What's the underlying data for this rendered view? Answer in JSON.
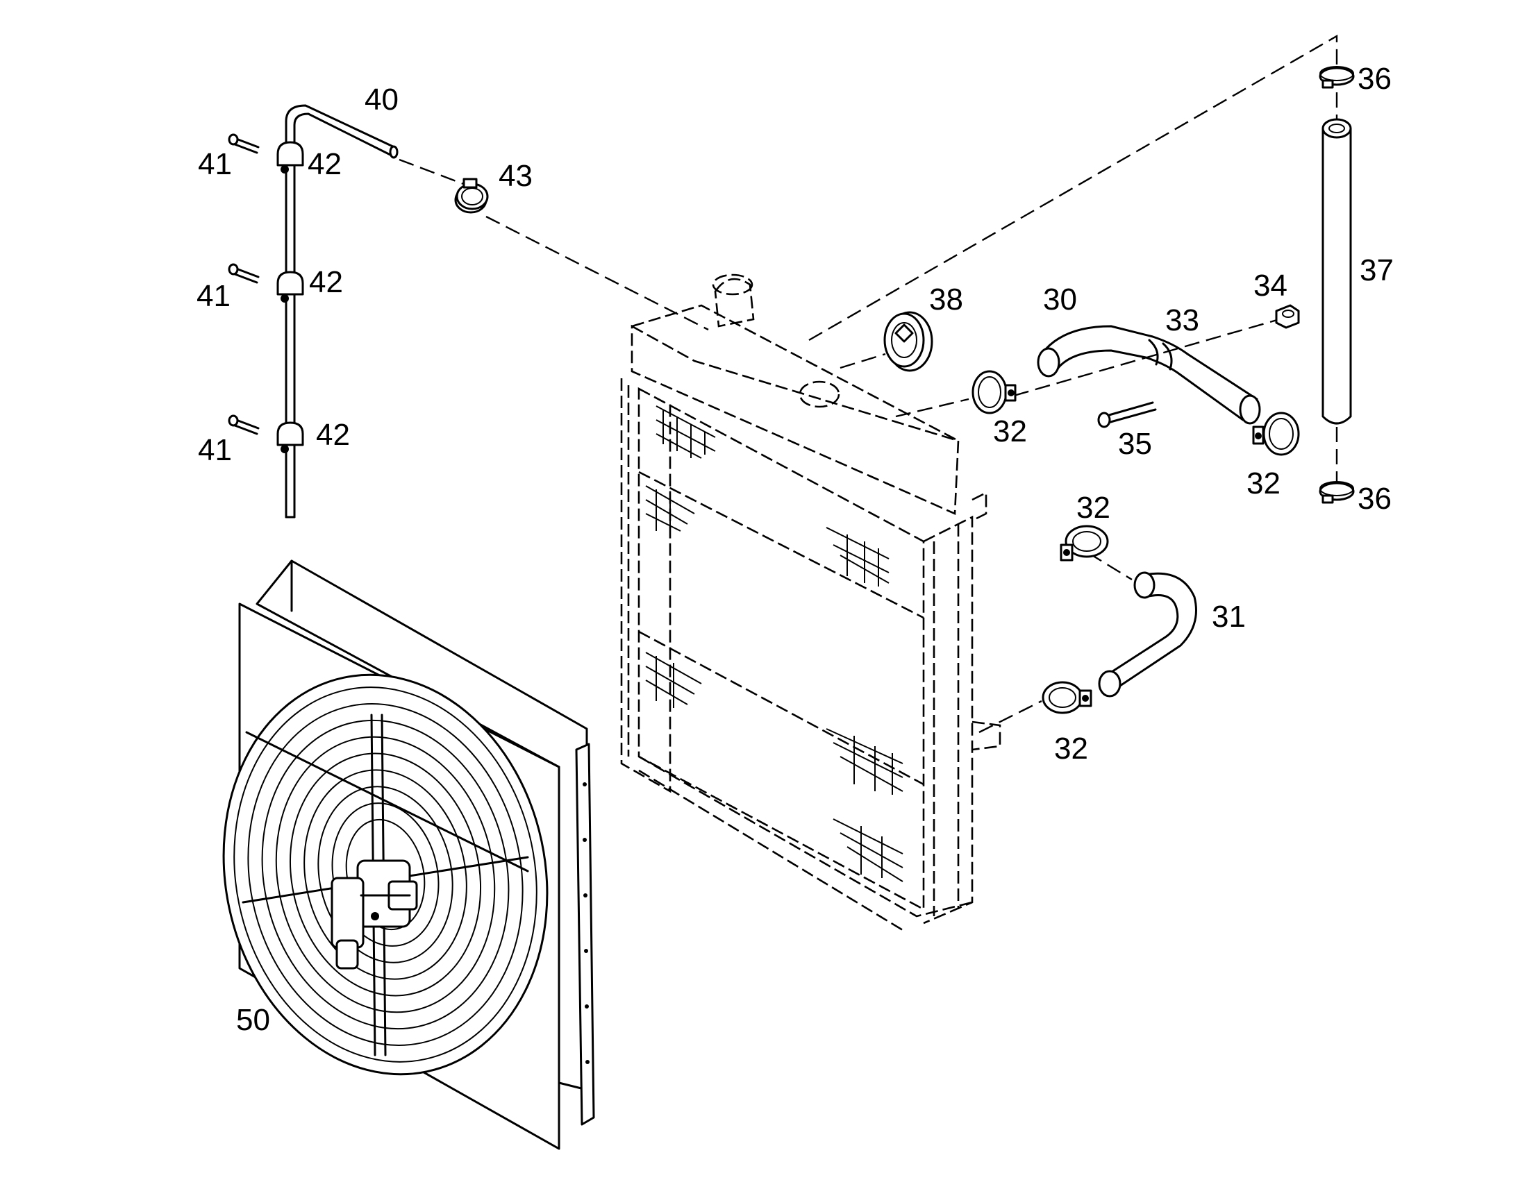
{
  "diagram": {
    "labels": [
      {
        "id": "40",
        "text": "40"
      },
      {
        "id": "41a",
        "text": "41"
      },
      {
        "id": "42a",
        "text": "42"
      },
      {
        "id": "41b",
        "text": "41"
      },
      {
        "id": "42b",
        "text": "42"
      },
      {
        "id": "41c",
        "text": "41"
      },
      {
        "id": "42c",
        "text": "42"
      },
      {
        "id": "43",
        "text": "43"
      },
      {
        "id": "38",
        "text": "38"
      },
      {
        "id": "30",
        "text": "30"
      },
      {
        "id": "33",
        "text": "33"
      },
      {
        "id": "34",
        "text": "34"
      },
      {
        "id": "32a",
        "text": "32"
      },
      {
        "id": "35",
        "text": "35"
      },
      {
        "id": "32b",
        "text": "32"
      },
      {
        "id": "36a",
        "text": "36"
      },
      {
        "id": "37",
        "text": "37"
      },
      {
        "id": "36b",
        "text": "36"
      },
      {
        "id": "32c",
        "text": "32"
      },
      {
        "id": "31",
        "text": "31"
      },
      {
        "id": "32d",
        "text": "32"
      },
      {
        "id": "50",
        "text": "50"
      }
    ]
  }
}
